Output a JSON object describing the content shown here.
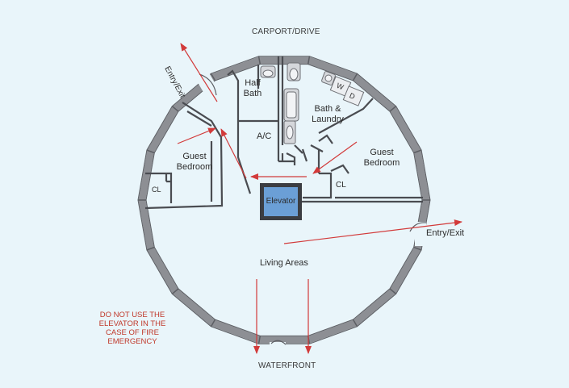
{
  "labels": {
    "carport": "CARPORT/DRIVE",
    "waterfront": "WATERFRONT",
    "entry_exit_top": "Entry/Exit",
    "entry_exit_right": "Entry/Exit",
    "half_bath": "Half Bath",
    "bath_laundry": "Bath & Laundry",
    "ac": "A/C",
    "guest_bedroom_left": "Guest Bedroom",
    "guest_bedroom_right": "Guest Bedroom",
    "closet_left": "CL",
    "closet_right": "CL",
    "elevator": "Elevator",
    "living_areas": "Living Areas",
    "washer": "W",
    "dryer": "D"
  },
  "warning": {
    "line1": "DO NOT USE THE",
    "line2": "ELEVATOR IN THE",
    "line3": "CASE OF FIRE",
    "line4": "EMERGENCY"
  },
  "colors": {
    "background": "#e9f5fa",
    "wall": "#8d8f94",
    "arrow": "#d23a3a",
    "elevator": "#6b9fd6"
  }
}
